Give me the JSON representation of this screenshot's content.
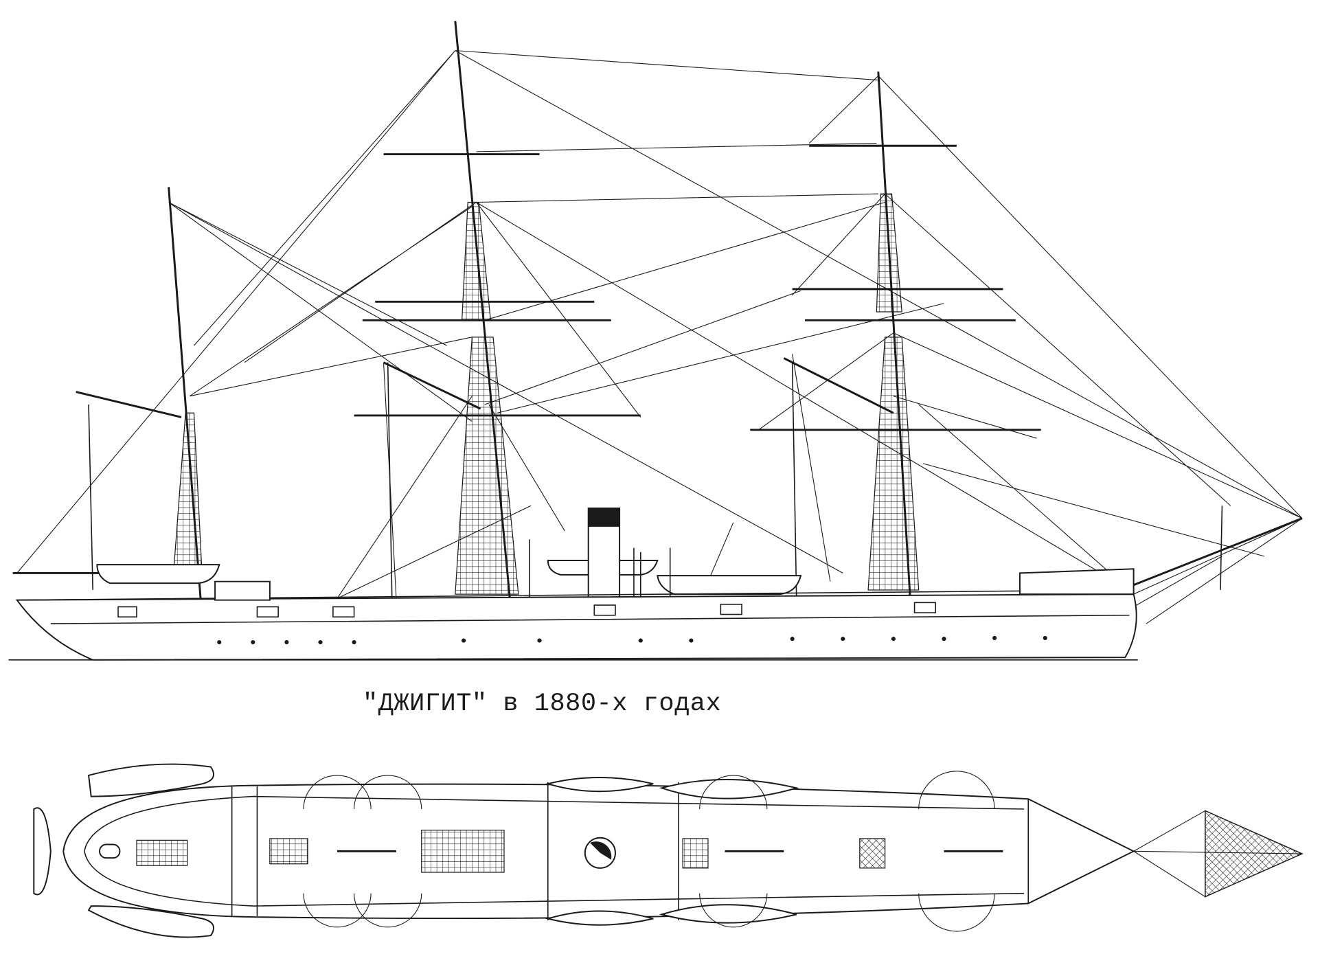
{
  "drawing": {
    "caption": "\"ДЖИГИТ\" в 1880-х годах",
    "views": [
      "side-elevation",
      "deck-plan"
    ],
    "line_color": "#1a1a1a",
    "background": "#ffffff"
  }
}
